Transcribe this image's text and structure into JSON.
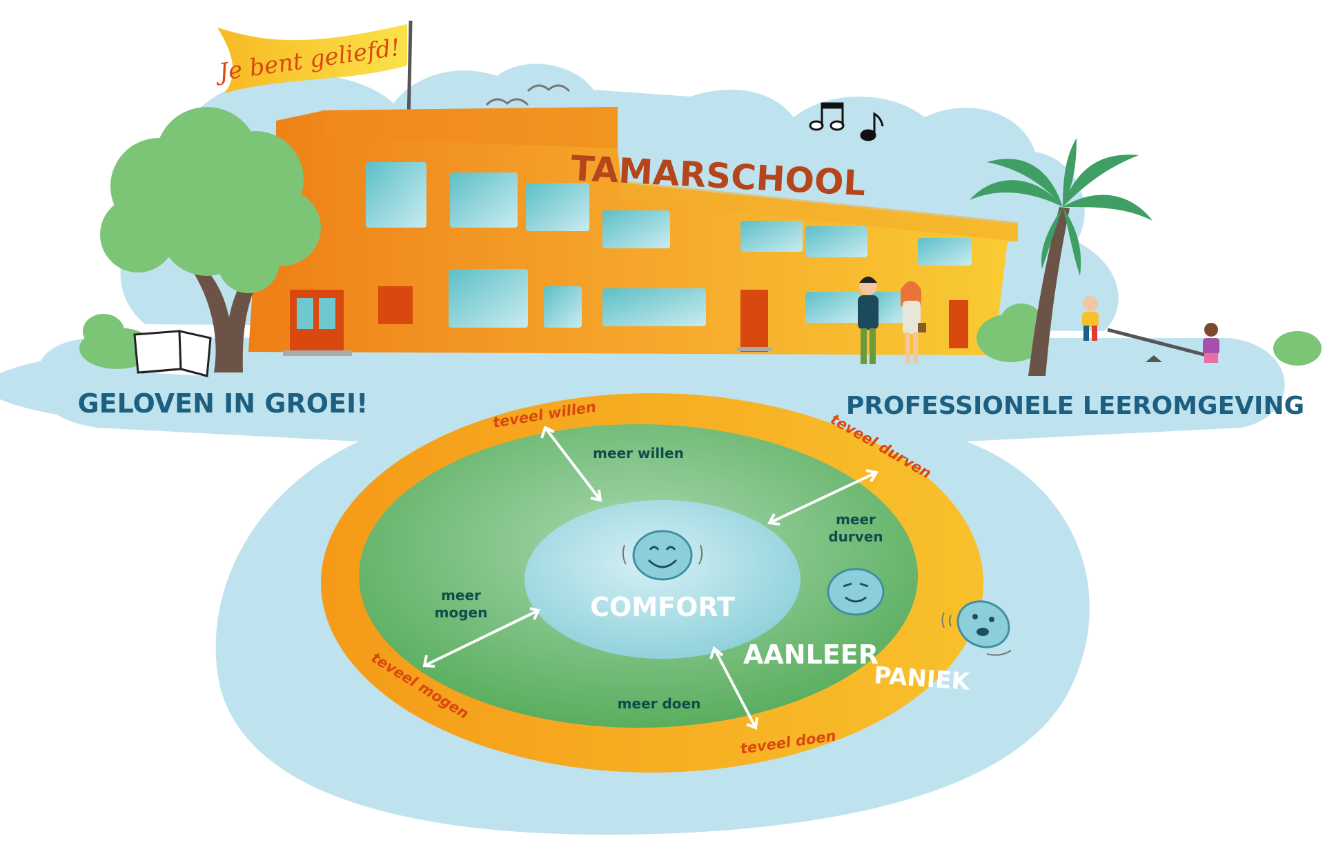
{
  "banner": {
    "text": "Je bent geliefd!"
  },
  "school": {
    "name": "TAMARSCHOOL"
  },
  "captions": {
    "left": "GELOVEN IN GROEI!",
    "right": "PROFESSIONELE LEEROMGEVING"
  },
  "zones": {
    "comfort": "COMFORT",
    "learning": "AANLEER",
    "panic": "PANIEK"
  },
  "inner_arrows": {
    "willen": "meer willen",
    "durven_line1": "meer",
    "durven_line2": "durven",
    "mogen_line1": "meer",
    "mogen_line2": "mogen",
    "doen": "meer doen"
  },
  "outer_labels": {
    "willen": "teveel willen",
    "durven": "teveel durven",
    "mogen": "teveel mogen",
    "doen": "teveel doen"
  },
  "colors": {
    "sky": "#bfe3ee",
    "building_orange": "#f39a1e",
    "building_yellow": "#f8c630",
    "window": "#6fc7cf",
    "door": "#d9480f",
    "ring_orange": "#f7a11a",
    "learning_green": "#6fbf73",
    "comfort_blue": "#a7dbe4",
    "caption_blue": "#1d5f80",
    "teveel_red": "#d9480f",
    "meer_dark": "#0f4c4c",
    "tree_green": "#7cc576",
    "trunk": "#6b5347"
  }
}
